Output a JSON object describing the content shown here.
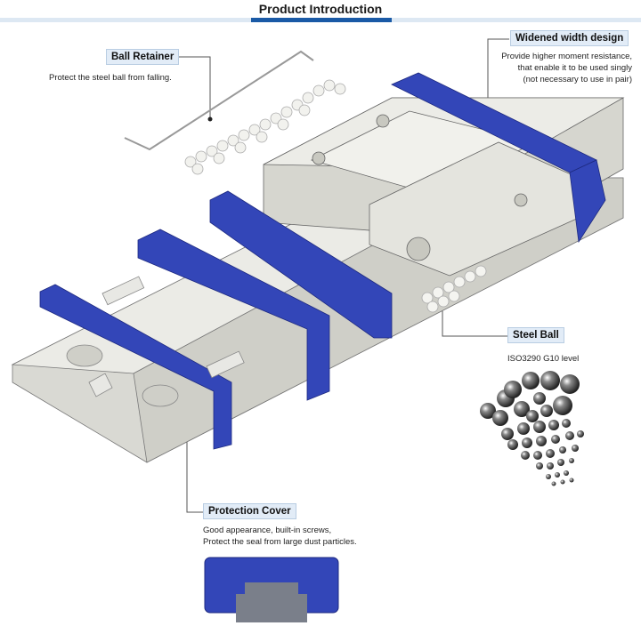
{
  "header": {
    "title": "Product Introduction"
  },
  "callouts": {
    "ball_retainer": {
      "label": "Ball Retainer",
      "description": [
        "Protect the steel ball from falling."
      ]
    },
    "widened_width": {
      "label": "Widened width design",
      "description": [
        "Provide higher moment resistance,",
        "that enable it to be used singly",
        "(not necessary to use in pair)"
      ]
    },
    "steel_ball": {
      "label": "Steel Ball",
      "description": [
        "ISO3290 G10 level"
      ]
    },
    "protection_cover": {
      "label": "Protection Cover",
      "description": [
        "Good appearance, built-in screws,",
        "Protect the seal from large dust particles."
      ]
    }
  },
  "colors": {
    "accent": "#1a5aa6",
    "label_bg": "#e2ecf7",
    "cover_blue": "#3346b8",
    "metal": "#e4e4de"
  }
}
